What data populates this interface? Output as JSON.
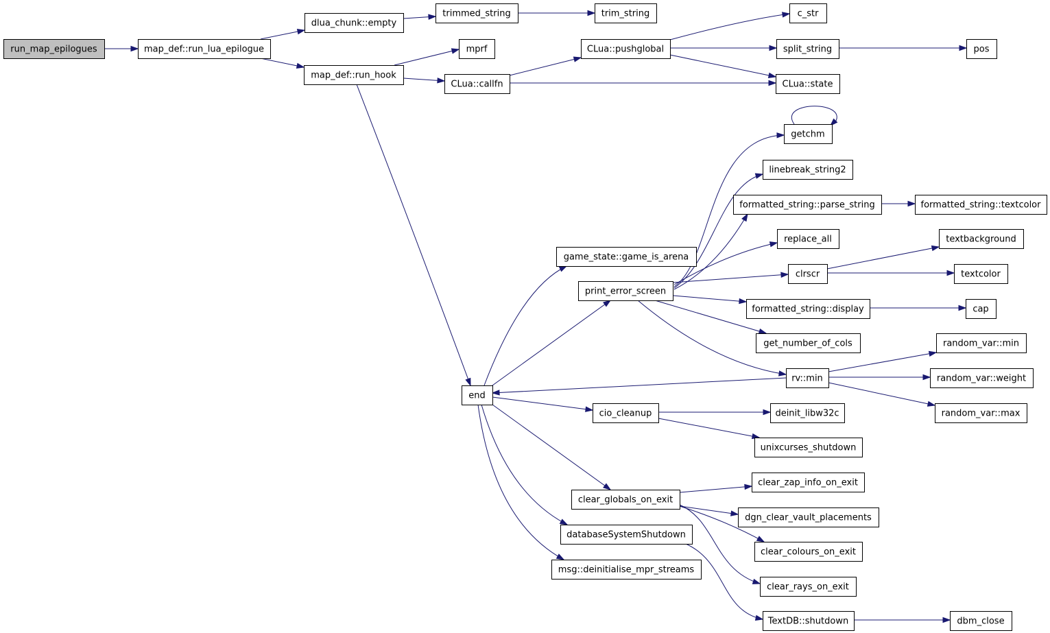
{
  "graph": {
    "edge_color": "#191970",
    "root_fill": "#bfbfbf",
    "nodes": [
      {
        "id": "run_map_epilogues",
        "label": "run_map_epilogues",
        "root": true
      },
      {
        "id": "run_lua_epilogue",
        "label": "map_def::run_lua_epilogue"
      },
      {
        "id": "dlua_empty",
        "label": "dlua_chunk::empty"
      },
      {
        "id": "trimmed_string",
        "label": "trimmed_string"
      },
      {
        "id": "trim_string",
        "label": "trim_string"
      },
      {
        "id": "run_hook",
        "label": "map_def::run_hook"
      },
      {
        "id": "mprf",
        "label": "mprf"
      },
      {
        "id": "callfn",
        "label": "CLua::callfn"
      },
      {
        "id": "pushglobal",
        "label": "CLua::pushglobal"
      },
      {
        "id": "c_str",
        "label": "c_str"
      },
      {
        "id": "split_string",
        "label": "split_string"
      },
      {
        "id": "pos",
        "label": "pos"
      },
      {
        "id": "state",
        "label": "CLua::state"
      },
      {
        "id": "getchm",
        "label": "getchm"
      },
      {
        "id": "linebreak_string2",
        "label": "linebreak_string2"
      },
      {
        "id": "parse_string",
        "label": "formatted_string::parse_string"
      },
      {
        "id": "fs_textcolor",
        "label": "formatted_string::textcolor"
      },
      {
        "id": "replace_all",
        "label": "replace_all"
      },
      {
        "id": "game_is_arena",
        "label": "game_state::game_is_arena"
      },
      {
        "id": "clrscr",
        "label": "clrscr"
      },
      {
        "id": "textbackground",
        "label": "textbackground"
      },
      {
        "id": "textcolor",
        "label": "textcolor"
      },
      {
        "id": "print_error_screen",
        "label": "print_error_screen"
      },
      {
        "id": "fs_display",
        "label": "formatted_string::display"
      },
      {
        "id": "cap",
        "label": "cap"
      },
      {
        "id": "get_number_of_cols",
        "label": "get_number_of_cols"
      },
      {
        "id": "rv_min",
        "label": "rv::min"
      },
      {
        "id": "random_var_min",
        "label": "random_var::min"
      },
      {
        "id": "random_var_weight",
        "label": "random_var::weight"
      },
      {
        "id": "random_var_max",
        "label": "random_var::max"
      },
      {
        "id": "end",
        "label": "end"
      },
      {
        "id": "cio_cleanup",
        "label": "cio_cleanup"
      },
      {
        "id": "deinit_libw32c",
        "label": "deinit_libw32c"
      },
      {
        "id": "unixcurses_shutdown",
        "label": "unixcurses_shutdown"
      },
      {
        "id": "clear_zap_info_on_exit",
        "label": "clear_zap_info_on_exit"
      },
      {
        "id": "clear_globals_on_exit",
        "label": "clear_globals_on_exit"
      },
      {
        "id": "dgn_clear_vault_placements",
        "label": "dgn_clear_vault_placements"
      },
      {
        "id": "databaseSystemShutdown",
        "label": "databaseSystemShutdown"
      },
      {
        "id": "clear_colours_on_exit",
        "label": "clear_colours_on_exit"
      },
      {
        "id": "deinitialise_mpr_streams",
        "label": "msg::deinitialise_mpr_streams"
      },
      {
        "id": "clear_rays_on_exit",
        "label": "clear_rays_on_exit"
      },
      {
        "id": "textdb_shutdown",
        "label": "TextDB::shutdown"
      },
      {
        "id": "dbm_close",
        "label": "dbm_close"
      }
    ],
    "edges": [
      [
        "run_map_epilogues",
        "run_lua_epilogue"
      ],
      [
        "run_lua_epilogue",
        "dlua_empty"
      ],
      [
        "run_lua_epilogue",
        "run_hook"
      ],
      [
        "dlua_empty",
        "trimmed_string"
      ],
      [
        "trimmed_string",
        "trim_string"
      ],
      [
        "run_hook",
        "mprf"
      ],
      [
        "run_hook",
        "callfn"
      ],
      [
        "run_hook",
        "end"
      ],
      [
        "callfn",
        "pushglobal"
      ],
      [
        "callfn",
        "state"
      ],
      [
        "pushglobal",
        "c_str"
      ],
      [
        "pushglobal",
        "split_string"
      ],
      [
        "pushglobal",
        "state"
      ],
      [
        "split_string",
        "pos"
      ],
      [
        "getchm",
        "getchm"
      ],
      [
        "print_error_screen",
        "getchm"
      ],
      [
        "print_error_screen",
        "linebreak_string2"
      ],
      [
        "print_error_screen",
        "parse_string"
      ],
      [
        "print_error_screen",
        "replace_all"
      ],
      [
        "print_error_screen",
        "clrscr"
      ],
      [
        "print_error_screen",
        "fs_display"
      ],
      [
        "print_error_screen",
        "get_number_of_cols"
      ],
      [
        "print_error_screen",
        "rv_min"
      ],
      [
        "parse_string",
        "fs_textcolor"
      ],
      [
        "clrscr",
        "textbackground"
      ],
      [
        "clrscr",
        "textcolor"
      ],
      [
        "fs_display",
        "cap"
      ],
      [
        "rv_min",
        "random_var_min"
      ],
      [
        "rv_min",
        "random_var_weight"
      ],
      [
        "rv_min",
        "random_var_max"
      ],
      [
        "rv_min",
        "end"
      ],
      [
        "end",
        "game_is_arena"
      ],
      [
        "end",
        "print_error_screen"
      ],
      [
        "end",
        "cio_cleanup"
      ],
      [
        "end",
        "clear_globals_on_exit"
      ],
      [
        "end",
        "databaseSystemShutdown"
      ],
      [
        "end",
        "deinitialise_mpr_streams"
      ],
      [
        "cio_cleanup",
        "deinit_libw32c"
      ],
      [
        "cio_cleanup",
        "unixcurses_shutdown"
      ],
      [
        "clear_globals_on_exit",
        "clear_zap_info_on_exit"
      ],
      [
        "clear_globals_on_exit",
        "dgn_clear_vault_placements"
      ],
      [
        "clear_globals_on_exit",
        "clear_colours_on_exit"
      ],
      [
        "clear_globals_on_exit",
        "clear_rays_on_exit"
      ],
      [
        "databaseSystemShutdown",
        "textdb_shutdown"
      ],
      [
        "textdb_shutdown",
        "dbm_close"
      ]
    ]
  }
}
